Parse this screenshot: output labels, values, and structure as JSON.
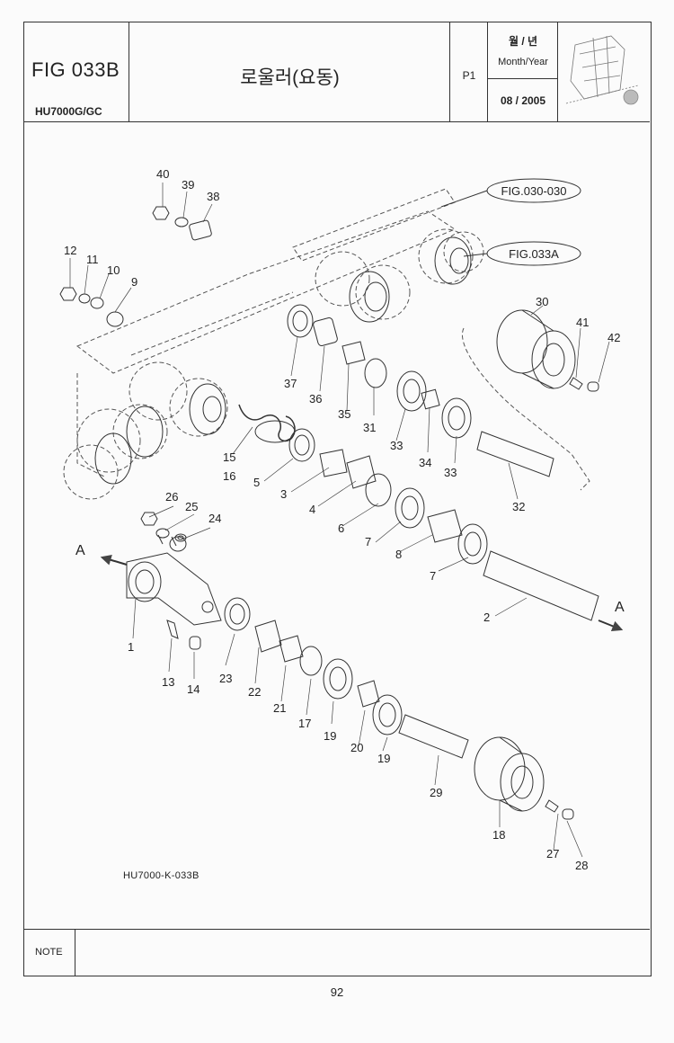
{
  "header": {
    "fig_number": "FIG 033B",
    "model": "HU7000G/GC",
    "title": "로울러(요동)",
    "page_code": "P1",
    "date_label_ko": "월 / 년",
    "date_label_en": "Month/Year",
    "date_value": "08 / 2005"
  },
  "diagram": {
    "references": [
      "FIG.030-030",
      "FIG.033A"
    ],
    "section_markers": [
      "A",
      "A"
    ],
    "callouts": [
      "40",
      "39",
      "38",
      "12",
      "11",
      "10",
      "9",
      "37",
      "36",
      "35",
      "31",
      "33",
      "34",
      "33",
      "30",
      "41",
      "42",
      "32",
      "15",
      "16",
      "5",
      "3",
      "4",
      "6",
      "7",
      "8",
      "7",
      "2",
      "26",
      "25",
      "24",
      "1",
      "13",
      "14",
      "23",
      "22",
      "21",
      "17",
      "19",
      "20",
      "19",
      "29",
      "18",
      "27",
      "28"
    ],
    "drawing_code": "HU7000-K-033B"
  },
  "footer": {
    "note_label": "NOTE",
    "page_number": "92"
  }
}
